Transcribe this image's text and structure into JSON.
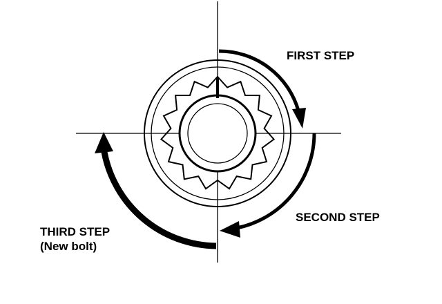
{
  "labels": {
    "first_step": "FIRST STEP",
    "second_step": "SECOND STEP",
    "third_step": "THIRD STEP",
    "third_step_note": "(New bolt)"
  },
  "colors": {
    "ink": "#000000",
    "background": "#ffffff"
  }
}
